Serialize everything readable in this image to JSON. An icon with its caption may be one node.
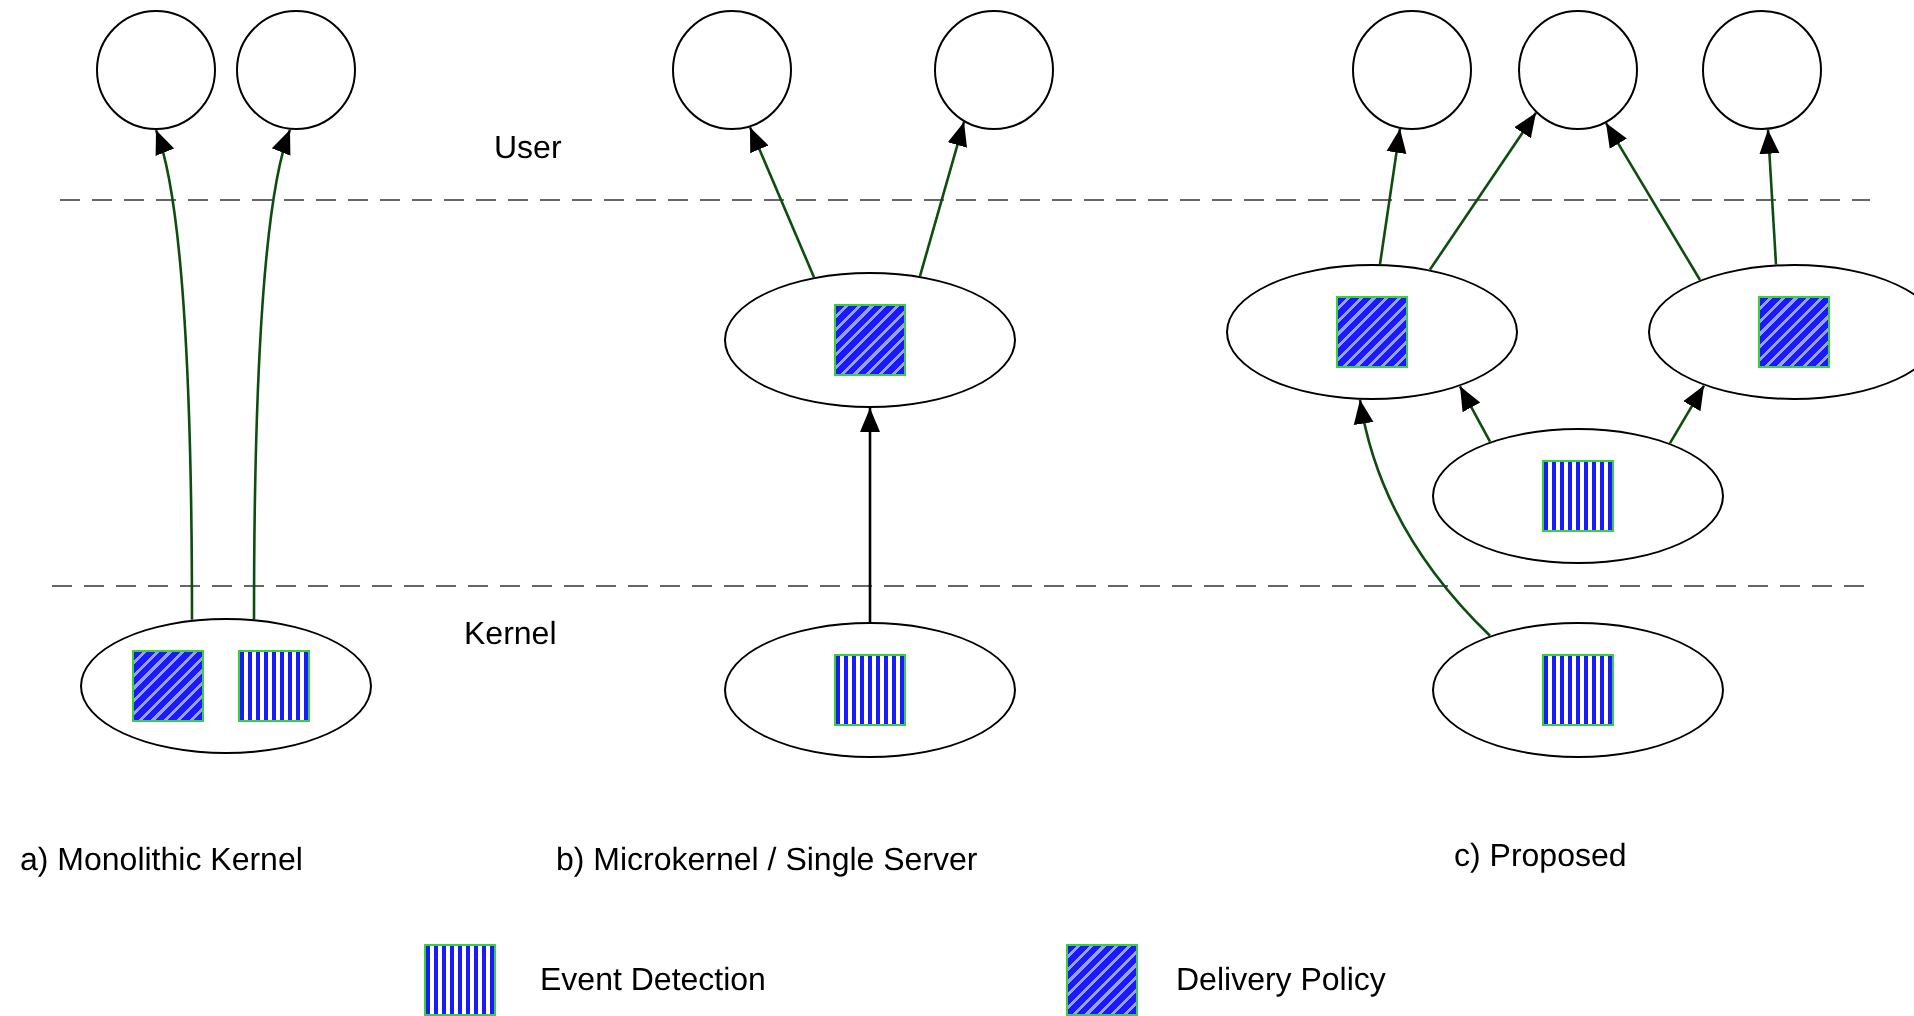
{
  "diagram": {
    "nodes": [
      {
        "text": [],
        "shape": "circle"
      },
      {
        "text": [],
        "shape": "circle"
      },
      {
        "text": [],
        "shape": "circle"
      },
      {
        "text": [],
        "shape": "circle"
      },
      {
        "text": [],
        "shape": "circle"
      },
      {
        "text": [],
        "shape": "circle"
      },
      {
        "text": [],
        "shape": "circle"
      },
      {
        "text": [],
        "shape": "ellipse"
      },
      {
        "text": [],
        "shape": "ellipse"
      },
      {
        "text": [],
        "shape": "ellipse"
      },
      {
        "text": [],
        "shape": "ellipse"
      },
      {
        "text": [],
        "shape": "ellipse"
      },
      {
        "text": [],
        "shape": "ellipse"
      },
      {
        "text": [],
        "shape": "ellipse"
      }
    ],
    "edges": [
      {
        "from": 11,
        "to": 0,
        "arrow": "to"
      },
      {
        "from": 11,
        "to": 1,
        "arrow": "to"
      },
      {
        "from": 7,
        "to": 2,
        "arrow": "to"
      },
      {
        "from": 7,
        "to": 3,
        "arrow": "to"
      },
      {
        "from": 12,
        "to": 7,
        "arrow": "to",
        "color": "#000000"
      },
      {
        "from": 8,
        "to": 4,
        "arrow": "to"
      },
      {
        "from": 8,
        "to": 5,
        "arrow": "to"
      },
      {
        "from": 9,
        "to": 5,
        "arrow": "to"
      },
      {
        "from": 9,
        "to": 6,
        "arrow": "to"
      },
      {
        "from": 10,
        "to": 8,
        "arrow": "to"
      },
      {
        "from": 10,
        "to": 9,
        "arrow": "to"
      },
      {
        "from": 13,
        "to": 8,
        "arrow": "to"
      }
    ],
    "labels": [
      "User",
      "Kernel",
      "a) Monolithic Kernel",
      "b) Microkernel / Single Server",
      "c) Proposed"
    ],
    "legend": [
      {
        "text": "Event Detection"
      },
      {
        "text": "Delivery Policy"
      }
    ]
  }
}
